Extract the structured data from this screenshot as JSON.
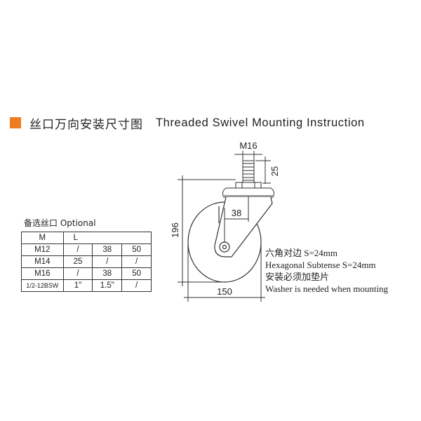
{
  "header": {
    "title_zh": "丝口万向安装尺寸图",
    "title_en": "Threaded Swivel Mounting Instruction",
    "accent_color": "#ee7d22",
    "accent_icon": "orange-square-bullet"
  },
  "options": {
    "label": "备选丝口 Optional",
    "columns": [
      "M",
      "L"
    ],
    "rows": [
      {
        "thread": "M12",
        "values": [
          "/",
          "38",
          "50"
        ]
      },
      {
        "thread": "M14",
        "values": [
          "25",
          "/",
          "/"
        ]
      },
      {
        "thread": "M16",
        "values": [
          "/",
          "38",
          "50"
        ]
      },
      {
        "thread": "1/2-12BSW",
        "values": [
          "1\"",
          "1.5\"",
          "/"
        ]
      }
    ]
  },
  "dimensions": {
    "stem_thread": "M16",
    "stem_length": "25",
    "overall_height": "196",
    "offset": "38",
    "wheel_diameter": "150"
  },
  "notes": [
    "六角对边 S=24mm",
    "Hexagonal Subtense S=24mm",
    "安装必须加垫片",
    "Washer is needed when mounting"
  ]
}
